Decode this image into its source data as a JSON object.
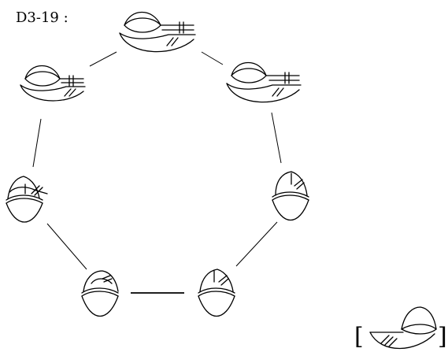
{
  "diagram": {
    "label": "D3-19 :",
    "bracket_open": "[",
    "bracket_close": "]",
    "nodes": [
      {
        "name": "node-top",
        "variant": "wide-double-bar"
      },
      {
        "name": "node-upper-right",
        "variant": "wide-double-bar"
      },
      {
        "name": "node-right",
        "variant": "compact-tick"
      },
      {
        "name": "node-lower-right",
        "variant": "compact-tick"
      },
      {
        "name": "node-lower-left",
        "variant": "compact-tick"
      },
      {
        "name": "node-left",
        "variant": "compact-crossed"
      },
      {
        "name": "node-upper-left",
        "variant": "wide-double-bar"
      }
    ],
    "edges": [
      {
        "from": "node-top",
        "to": "node-upper-right",
        "style": "thin"
      },
      {
        "from": "node-upper-right",
        "to": "node-right",
        "style": "thin"
      },
      {
        "from": "node-right",
        "to": "node-lower-right",
        "style": "thin"
      },
      {
        "from": "node-lower-right",
        "to": "node-lower-left",
        "style": "bold"
      },
      {
        "from": "node-lower-left",
        "to": "node-left",
        "style": "thin"
      },
      {
        "from": "node-left",
        "to": "node-upper-left",
        "style": "thin"
      },
      {
        "from": "node-upper-left",
        "to": "node-top",
        "style": "thin"
      }
    ]
  }
}
